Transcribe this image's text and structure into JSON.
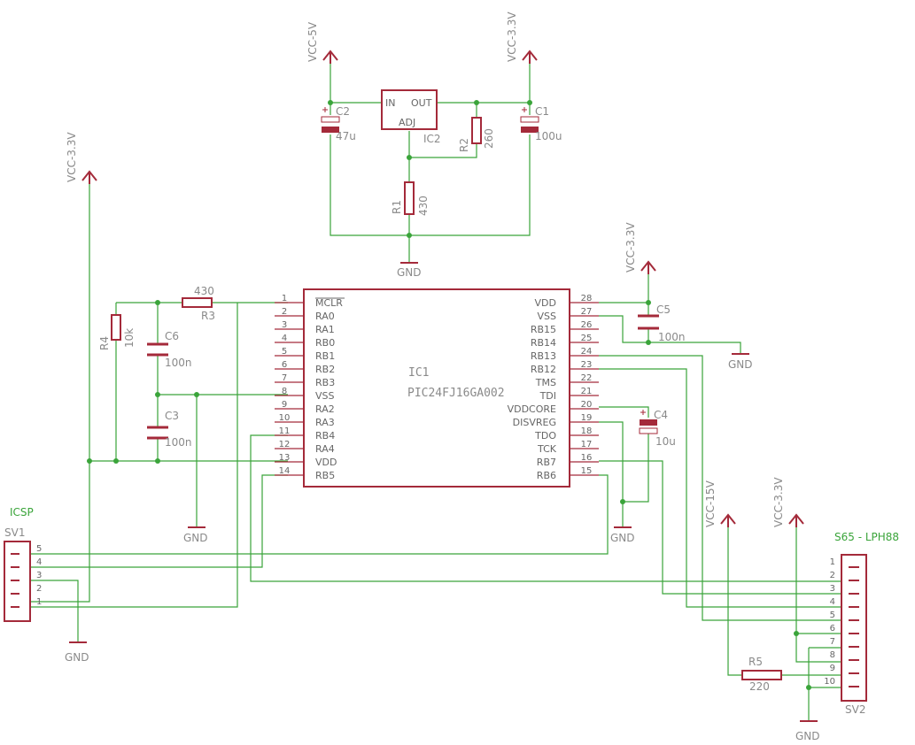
{
  "supplies": {
    "vcc5": "VCC-5V",
    "vcc33_top": "VCC-3.3V",
    "vcc33_left": "VCC-3.3V",
    "vcc33_c5": "VCC-3.3V",
    "vcc15": "VCC-15V",
    "vcc33_right": "VCC-3.3V",
    "gnd": "GND"
  },
  "regulator": {
    "name": "IC2",
    "pin_in": "IN",
    "pin_out": "OUT",
    "pin_adj": "ADJ"
  },
  "parts": {
    "c2": {
      "name": "C2",
      "value": "47u"
    },
    "c1": {
      "name": "C1",
      "value": "100u"
    },
    "r2": {
      "name": "R2",
      "value": "260"
    },
    "r1": {
      "name": "R1",
      "value": "430"
    },
    "r3": {
      "name": "R3",
      "value": "430"
    },
    "r4": {
      "name": "R4",
      "value": "10k"
    },
    "c6": {
      "name": "C6",
      "value": "100n"
    },
    "c3": {
      "name": "C3",
      "value": "100n"
    },
    "c5": {
      "name": "C5",
      "value": "100n"
    },
    "c4": {
      "name": "C4",
      "value": "10u"
    },
    "r5": {
      "name": "R5",
      "value": "220"
    }
  },
  "mcu": {
    "ref": "IC1",
    "part": "PIC24FJ16GA002",
    "left_nums": [
      "1",
      "2",
      "3",
      "4",
      "5",
      "6",
      "7",
      "8",
      "9",
      "10",
      "11",
      "12",
      "13",
      "14"
    ],
    "left_names": [
      "MCLR",
      "RA0",
      "RA1",
      "RB0",
      "RB1",
      "RB2",
      "RB3",
      "VSS",
      "RA2",
      "RA3",
      "RB4",
      "RA4",
      "VDD",
      "RB5"
    ],
    "right_nums": [
      "28",
      "27",
      "26",
      "25",
      "24",
      "23",
      "22",
      "21",
      "20",
      "19",
      "18",
      "17",
      "16",
      "15"
    ],
    "right_names": [
      "VDD",
      "VSS",
      "RB15",
      "RB14",
      "RB13",
      "RB12",
      "TMS",
      "TDI",
      "VDDCORE",
      "DISVREG",
      "TDO",
      "TCK",
      "RB7",
      "RB6"
    ]
  },
  "icsp": {
    "title": "ICSP",
    "ref": "SV1",
    "pins": [
      "5",
      "4",
      "3",
      "2",
      "1"
    ]
  },
  "lcd": {
    "title": "S65 - LPH88",
    "ref": "SV2",
    "pins": [
      "1",
      "2",
      "3",
      "4",
      "5",
      "6",
      "7",
      "8",
      "9",
      "10"
    ]
  }
}
